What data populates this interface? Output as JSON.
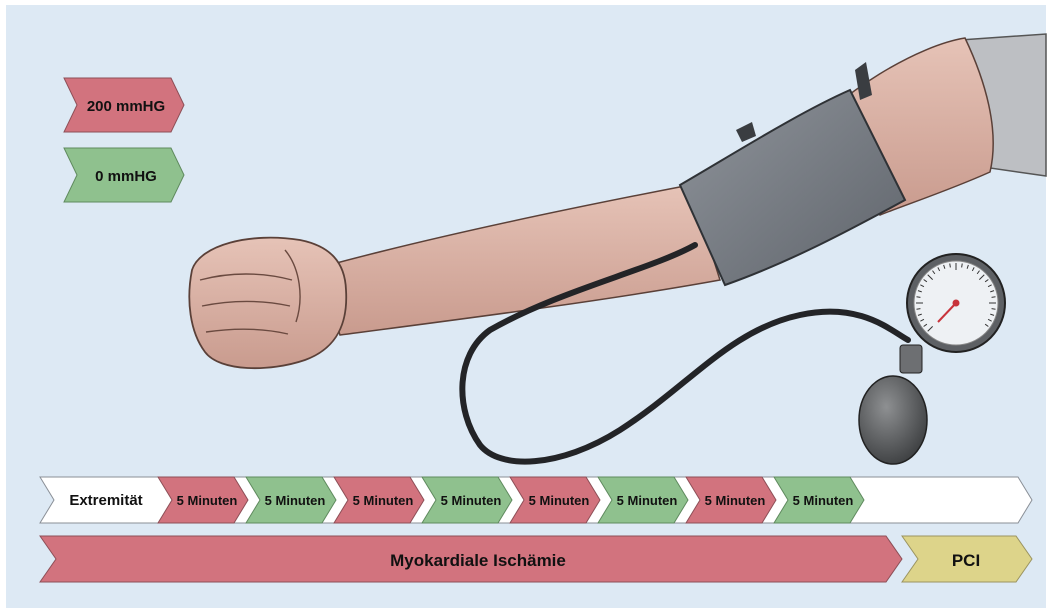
{
  "legend": [
    {
      "label": "200 mmHG",
      "state": "inflated",
      "color": "#d2737e"
    },
    {
      "label": "0 mmHG",
      "state": "deflated",
      "color": "#8fc18e"
    }
  ],
  "protocol": {
    "start_label": "Extremität",
    "steps": [
      {
        "label": "5 Minuten",
        "state": "inflated"
      },
      {
        "label": "5 Minuten",
        "state": "deflated"
      },
      {
        "label": "5 Minuten",
        "state": "inflated"
      },
      {
        "label": "5 Minuten",
        "state": "deflated"
      },
      {
        "label": "5 Minuten",
        "state": "inflated"
      },
      {
        "label": "5 Minuten",
        "state": "deflated"
      },
      {
        "label": "5 Minuten",
        "state": "inflated"
      },
      {
        "label": "5 Minuten",
        "state": "deflated"
      }
    ]
  },
  "bottom": {
    "ischemia_label": "Myokardiale Ischämie",
    "pci_label": "PCI"
  },
  "colors": {
    "inflated": "#d2737e",
    "deflated": "#8fc18e",
    "neutral": "#ffffff",
    "pci": "#ddd48a",
    "background": "#dde9f4"
  }
}
